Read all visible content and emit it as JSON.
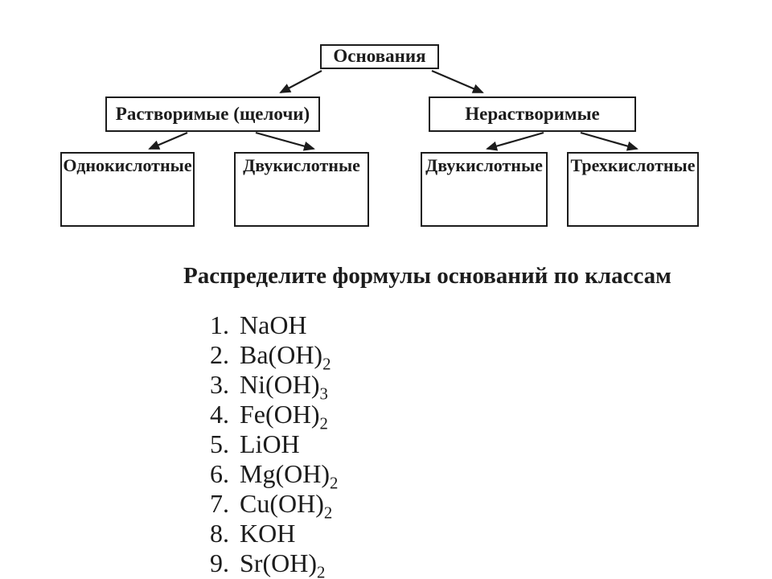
{
  "colors": {
    "ink": "#1c1c1c",
    "background": "#ffffff"
  },
  "diagram": {
    "root": {
      "label": "Основания"
    },
    "level2": [
      {
        "label": "Растворимые (щелочи)"
      },
      {
        "label": "Нерастворимые"
      }
    ],
    "level3": [
      {
        "label": "Однокислотные"
      },
      {
        "label": "Двукислотные"
      },
      {
        "label": "Двукислотные"
      },
      {
        "label": "Трехкислотные"
      }
    ]
  },
  "task": {
    "title": "Распределите формулы оснований по классам"
  },
  "list": {
    "items": [
      {
        "num": "1.",
        "formula": "NaOH",
        "sub": ""
      },
      {
        "num": "2.",
        "formula": "Ba(OH)",
        "sub": "2"
      },
      {
        "num": "3.",
        "formula": "Ni(OH)",
        "sub": "3"
      },
      {
        "num": "4.",
        "formula": "Fe(OH)",
        "sub": "2"
      },
      {
        "num": "5.",
        "formula": "LiOH",
        "sub": ""
      },
      {
        "num": "6.",
        "formula": "Mg(OH)",
        "sub": "2"
      },
      {
        "num": "7.",
        "formula": "Cu(OH)",
        "sub": "2"
      },
      {
        "num": "8.",
        "formula": "KOH",
        "sub": ""
      },
      {
        "num": "9.",
        "formula": "Sr(OH)",
        "sub": "2"
      }
    ]
  }
}
